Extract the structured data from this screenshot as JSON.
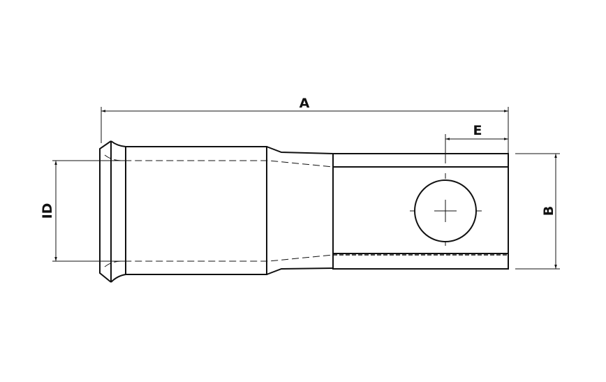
{
  "drawing": {
    "labels": {
      "a": "A",
      "b": "B",
      "e": "E",
      "id": "ID"
    },
    "line_color": "#111111"
  }
}
